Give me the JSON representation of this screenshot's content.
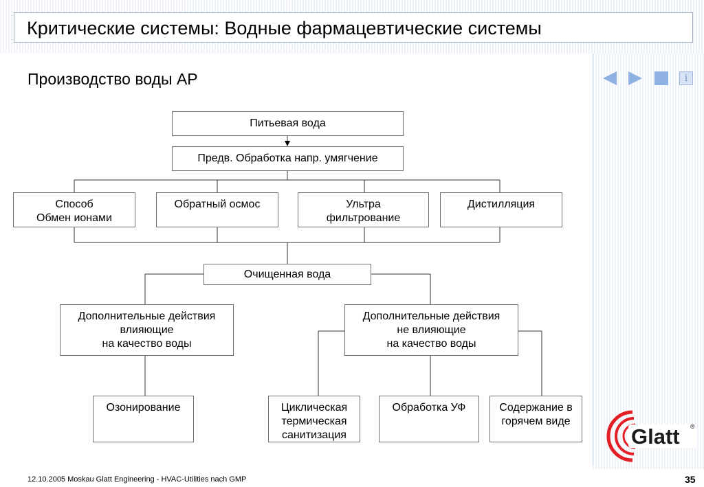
{
  "header": {
    "title": "Критические системы:  Водные фармацевтические системы"
  },
  "subtitle": "Производство воды АР",
  "nav": {
    "prev_icon": "triangle-left-icon",
    "next_icon": "triangle-right-icon",
    "home_icon": "square-icon",
    "info_icon": "info-icon",
    "info_glyph": "i",
    "accent_color": "#8fb0e3"
  },
  "diagram": {
    "drinking_water": "Питьевая вода",
    "pretreatment": "Предв. Обработка напр. умягчение",
    "method_ion_exchange": [
      "Способ",
      "Обмен ионами"
    ],
    "reverse_osmosis": "Обратный осмос",
    "ultrafiltration": [
      "Ультра",
      "фильтрование"
    ],
    "distillation": "Дистилляция",
    "purified_water": "Очищенная вода",
    "actions_affecting": [
      "Дополнительные действия",
      "влияющие",
      "на качество воды"
    ],
    "actions_not_affecting": [
      "Дополнительные действия",
      "не влияющие",
      "на качество воды"
    ],
    "ozonation": "Озонирование",
    "cyclic_thermal": [
      "Циклическая",
      "термическая",
      "санитизация"
    ],
    "uv_treatment": "Обработка УФ",
    "hot_storage": [
      "Содержание в",
      "горячем виде"
    ]
  },
  "logo": {
    "text": "Glatt",
    "registered": "®",
    "color": "#e31e24"
  },
  "footer": {
    "left": "12.10.2005 Moskau   Glatt Engineering - HVAC-Utilities nach GMP",
    "page": "35"
  }
}
